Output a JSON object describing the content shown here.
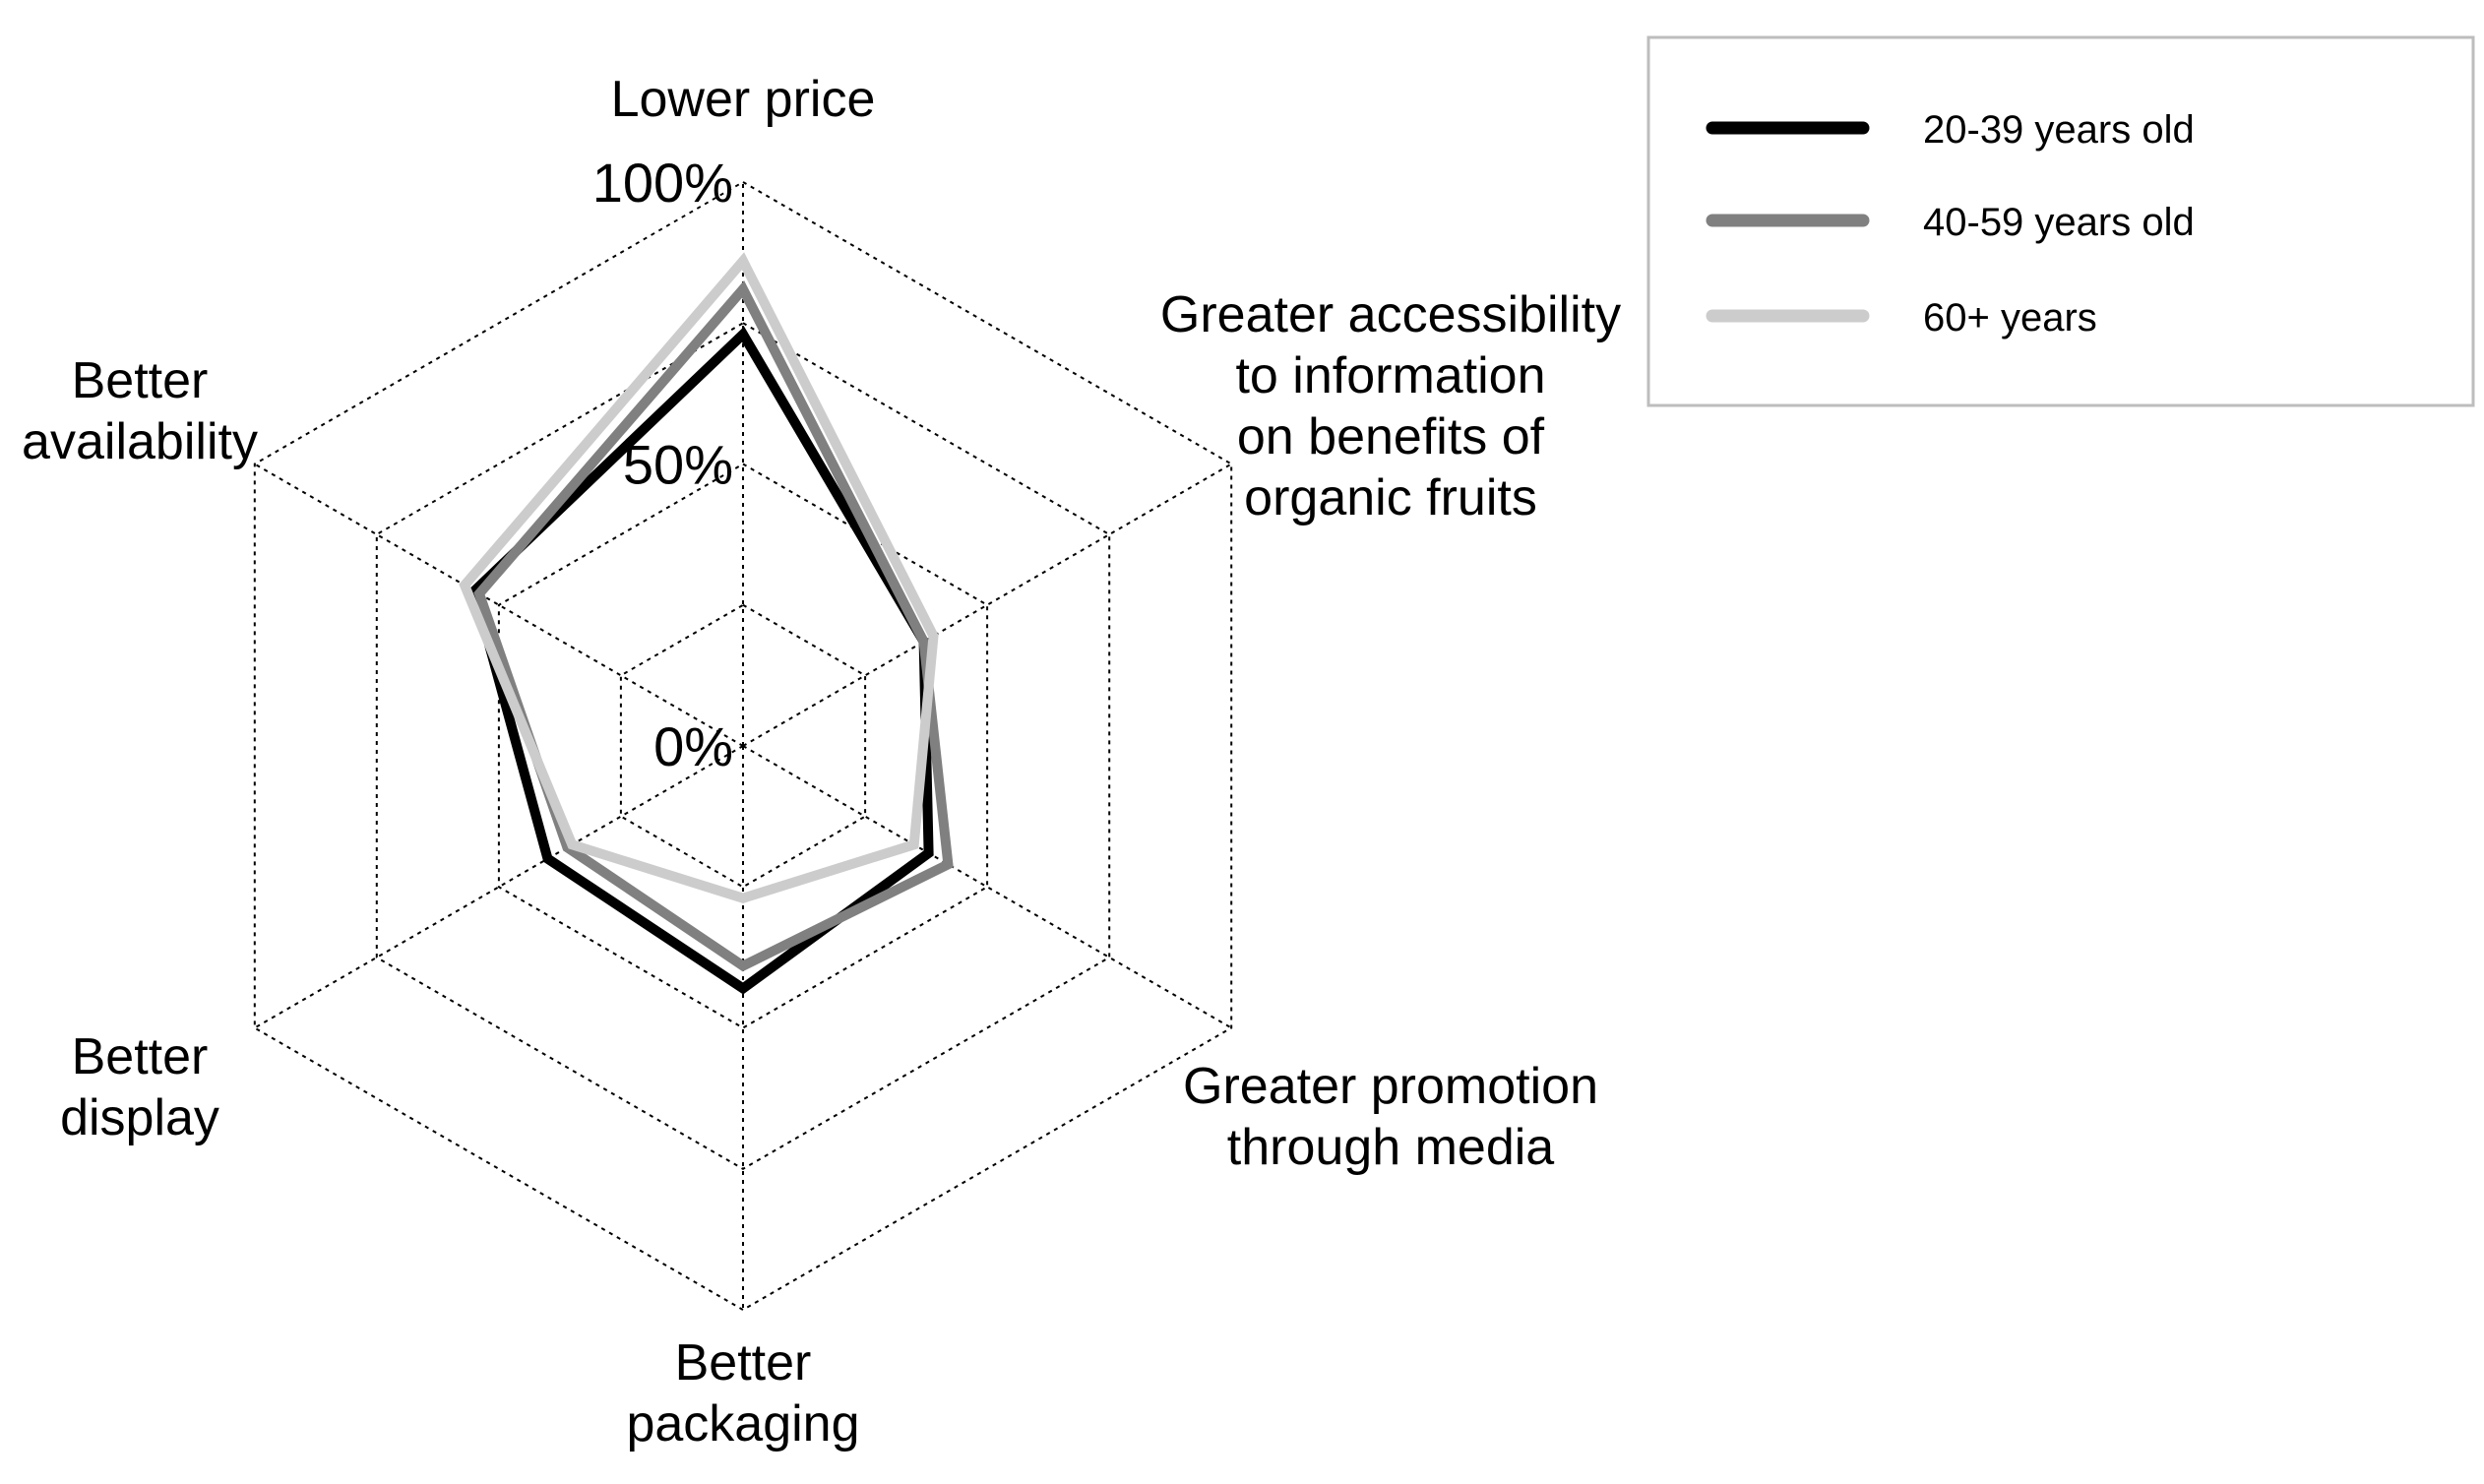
{
  "chart_data": {
    "type": "radar",
    "axes": [
      [
        "Lower price"
      ],
      [
        "Greater accessibility",
        "to information",
        "on benefits of",
        "organic fruits"
      ],
      [
        "Greater promotion",
        "through media"
      ],
      [
        "Better",
        "packaging"
      ],
      [
        "Better",
        "display"
      ],
      [
        "Better",
        "availability"
      ]
    ],
    "range": [
      0,
      100
    ],
    "ticks": [
      "0%",
      "50%",
      "100%"
    ],
    "grid": true,
    "legend_position": "top-right",
    "series": [
      {
        "name": "20-39 years old",
        "color": "#000000",
        "values": [
          73,
          37,
          38,
          43,
          40,
          55
        ]
      },
      {
        "name": "40-59 years old",
        "color": "#808080",
        "values": [
          81,
          37,
          42,
          39,
          36,
          54
        ]
      },
      {
        "name": "60+ years",
        "color": "#cccccc",
        "values": [
          86,
          39,
          35,
          27,
          35,
          57
        ]
      }
    ]
  }
}
